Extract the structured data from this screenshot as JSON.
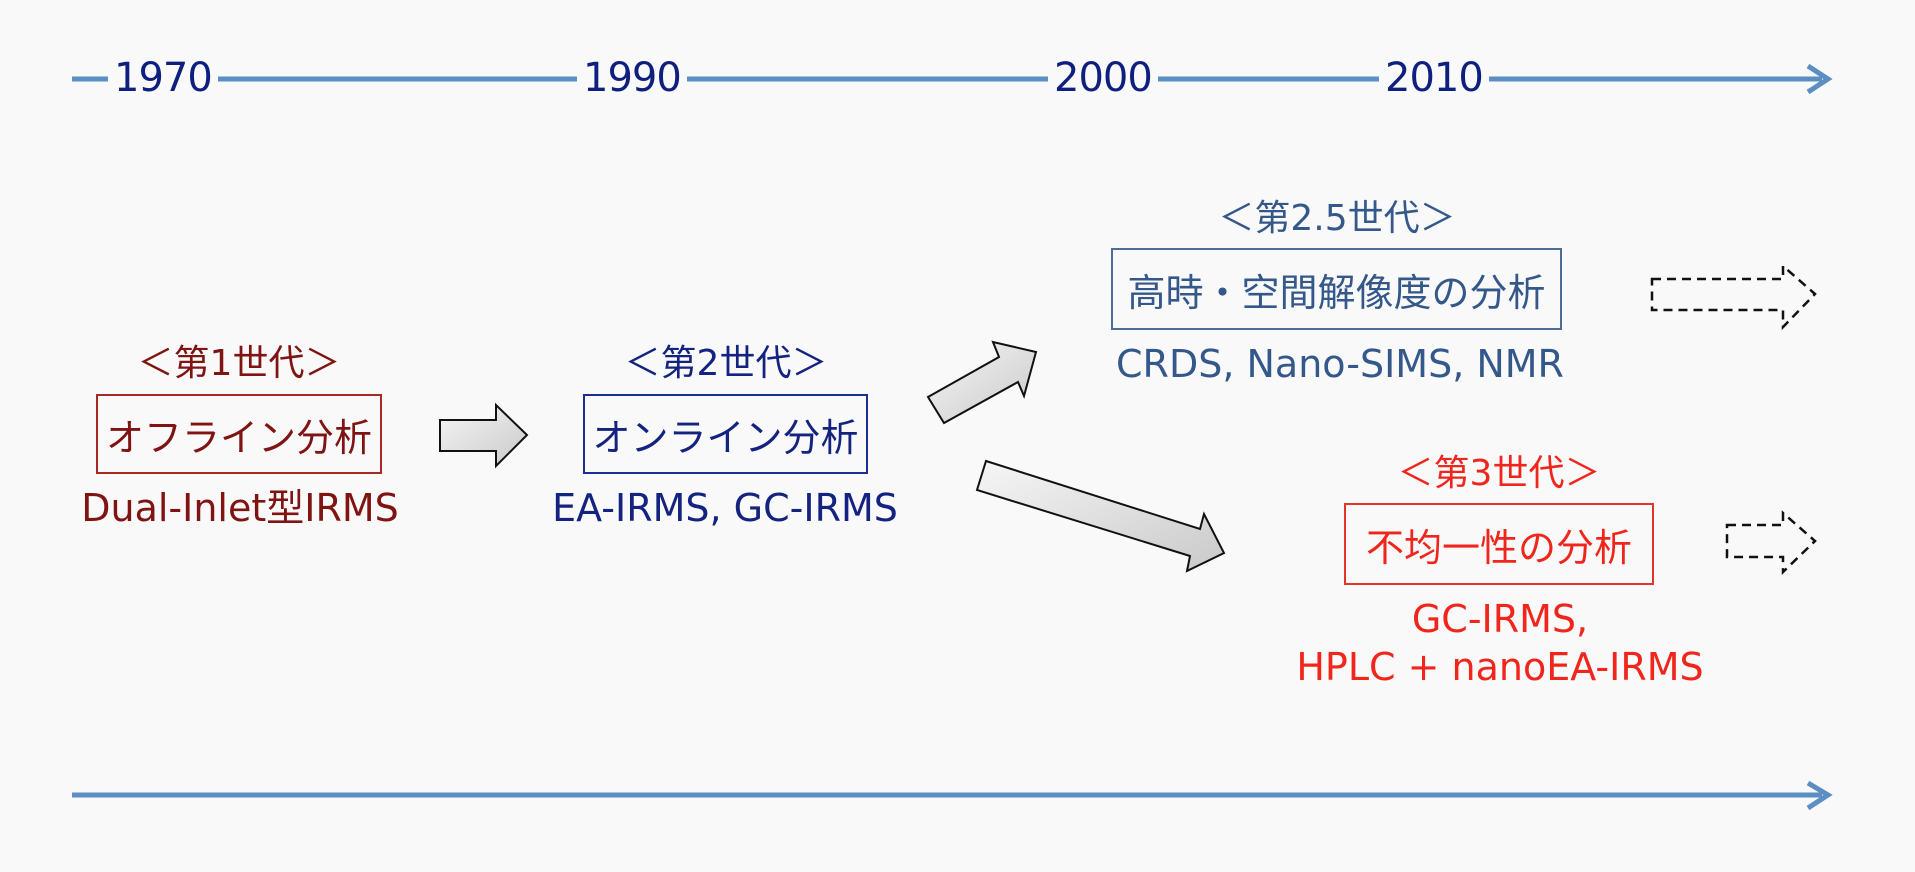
{
  "timeline": {
    "years": [
      "1970",
      "1990",
      "2000",
      "2010"
    ],
    "line_color": "#5b8fc4"
  },
  "generations": {
    "gen1": {
      "title": "＜第1世代＞",
      "box_label": "オフライン分析",
      "techniques": "Dual-Inlet型IRMS",
      "color": "#7f1412"
    },
    "gen2": {
      "title": "＜第2世代＞",
      "box_label": "オンライン分析",
      "techniques": "EA-IRMS, GC-IRMS",
      "color": "#14237f"
    },
    "gen25": {
      "title": "＜第2.5世代＞",
      "box_label": "高時・空間解像度の分析",
      "techniques": "CRDS, Nano-SIMS, NMR",
      "color": "#35588a"
    },
    "gen3": {
      "title": "＜第3世代＞",
      "box_label": "不均一性の分析",
      "techniques_line1": "GC-IRMS,",
      "techniques_line2": "HPLC + nanoEA-IRMS",
      "color": "#f0261c"
    }
  },
  "arrows": {
    "fill_light": "#f4f4f4",
    "fill_dark": "#cfcfcf",
    "stroke": "#111111"
  }
}
